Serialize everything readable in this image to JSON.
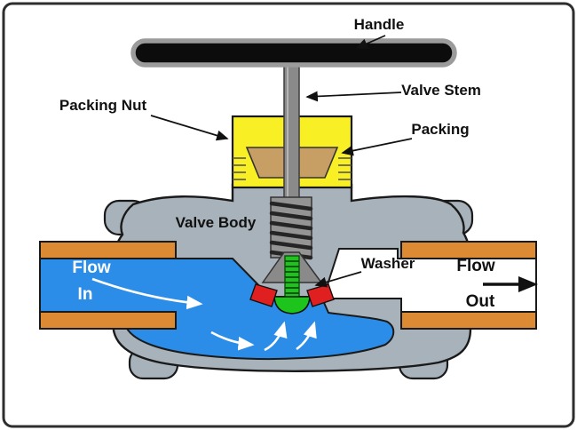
{
  "diagram": {
    "labels": {
      "handle": "Handle",
      "valve_stem": "Valve Stem",
      "packing_nut": "Packing Nut",
      "packing": "Packing",
      "valve_body": "Valve Body",
      "washer": "Washer",
      "flow_in_line1": "Flow",
      "flow_in_line2": "In",
      "flow_out_line1": "Flow",
      "flow_out_line2": "Out"
    },
    "colors": {
      "valve_body": "#a7b2ba",
      "fluid_blue": "#2b8de8",
      "packing_nut_yellow": "#f8ef25",
      "packing_tan": "#c79e63",
      "pipe_orange": "#dd8a35",
      "washer_green": "#1cc41c",
      "seat_red": "#e02020",
      "stem_gray": "#8a8a8a",
      "handle_black": "#0c0c0c",
      "outline_ink": "#1a1a1a"
    }
  }
}
